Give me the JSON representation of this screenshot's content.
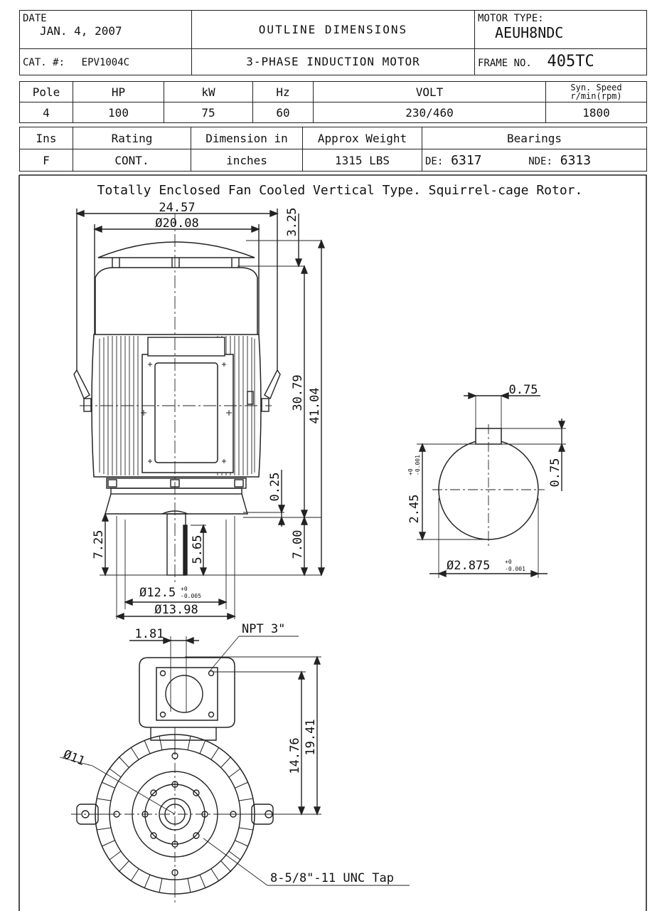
{
  "header": {
    "date_label": "DATE",
    "date_value": "JAN. 4, 2007",
    "cat_label": "CAT. #:",
    "cat_value": "EPV1004C",
    "title": "OUTLINE DIMENSIONS",
    "subtitle": "3-PHASE INDUCTION MOTOR",
    "motor_type_label": "MOTOR TYPE:",
    "motor_type_value": "AEUH8NDC",
    "frame_label": "FRAME NO.",
    "frame_value": "405TC"
  },
  "specs": {
    "headers": [
      "Pole",
      "HP",
      "kW",
      "Hz",
      "VOLT",
      "Syn. Speed r/min(rpm)"
    ],
    "values": [
      "4",
      "100",
      "75",
      "60",
      "230/460",
      "1800"
    ]
  },
  "specs2": {
    "headers": [
      "Ins",
      "Rating",
      "Dimension in",
      "Approx Weight",
      "Bearings"
    ],
    "values": [
      "F",
      "CONT.",
      "inches",
      "1315 LBS"
    ],
    "de_label": "DE:",
    "de_value": "6317",
    "nde_label": "NDE:",
    "nde_value": "6313"
  },
  "drawing": {
    "description_line": "Totally Enclosed Fan Cooled Vertical Type. Squirrel-cage Rotor.",
    "dims": {
      "d_24_57": "24.57",
      "d_20_08": "Ø20.08",
      "d_3_25": "3.25",
      "d_30_79": "30.79",
      "d_41_04": "41.04",
      "d_0_25": "0.25",
      "d_7_25": "7.25",
      "d_5_65": "5.65",
      "d_7_00": "7.00",
      "d_12_5": "Ø12.5",
      "d_12_5_tol_top": "+0",
      "d_12_5_tol_bot": "-0.005",
      "d_13_98": "Ø13.98",
      "d_0_75_top": "0.75",
      "d_0_75_side": "0.75",
      "d_2_45": "2.45",
      "d_2_45_tol_top": "+0",
      "d_2_45_tol_bot": "-0.001",
      "d_2_875": "Ø2.875",
      "d_2_875_tol_top": "+0",
      "d_2_875_tol_bot": "-0.001",
      "d_1_81": "1.81",
      "npt": "NPT 3\"",
      "d_14_76": "14.76",
      "d_19_41": "19.41",
      "d_11": "Ø11",
      "tap": "8-5/8\"-11 UNC Tap"
    }
  }
}
